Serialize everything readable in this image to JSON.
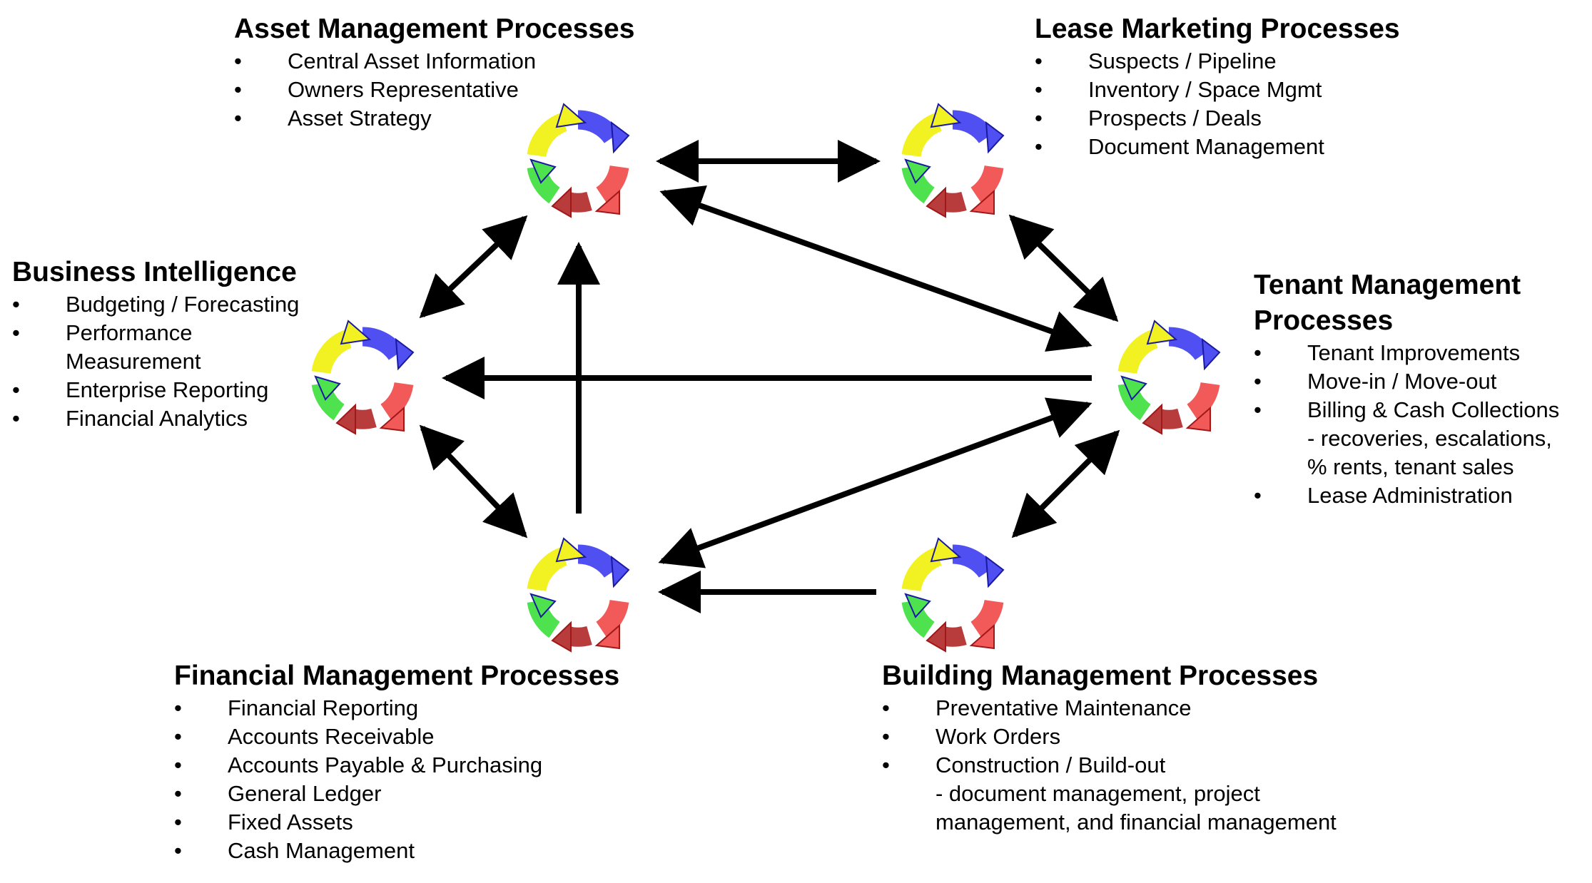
{
  "colors": {
    "cycle_blue": "#4f4ff2",
    "cycle_red": "#f25a5a",
    "cycle_darkred": "#b83c3c",
    "cycle_green": "#4ee24e",
    "cycle_yellow": "#f2f222",
    "outline_blue": "#1a1aa0",
    "outline_red": "#a01818",
    "arrow": "#000000"
  },
  "icons": [
    "cycle-icon"
  ],
  "bullet": "•",
  "blocks": {
    "asset": {
      "title": "Asset Management Processes",
      "items": [
        "Central Asset Information",
        "Owners Representative",
        "Asset Strategy"
      ]
    },
    "lease": {
      "title": "Lease Marketing Processes",
      "items": [
        "Suspects / Pipeline",
        "Inventory / Space Mgmt",
        "Prospects / Deals",
        "Document Management"
      ]
    },
    "business": {
      "title": "Business Intelligence",
      "items": [
        "Budgeting / Forecasting",
        "Performance\nMeasurement",
        "Enterprise Reporting",
        "Financial Analytics"
      ]
    },
    "tenant": {
      "title": "Tenant Management\nProcesses",
      "items": [
        "Tenant Improvements",
        "Move-in / Move-out",
        "Billing & Cash Collections\n- recoveries, escalations,\n% rents, tenant sales",
        "Lease Administration"
      ]
    },
    "financial": {
      "title": "Financial Management Processes",
      "items": [
        "Financial Reporting",
        "Accounts Receivable",
        "Accounts Payable & Purchasing",
        "General Ledger",
        "Fixed Assets",
        "Cash Management"
      ]
    },
    "building": {
      "title": "Building Management Processes",
      "items": [
        "Preventative Maintenance",
        "Work Orders",
        "Construction / Build-out\n- document management, project\nmanagement, and financial management"
      ]
    }
  }
}
